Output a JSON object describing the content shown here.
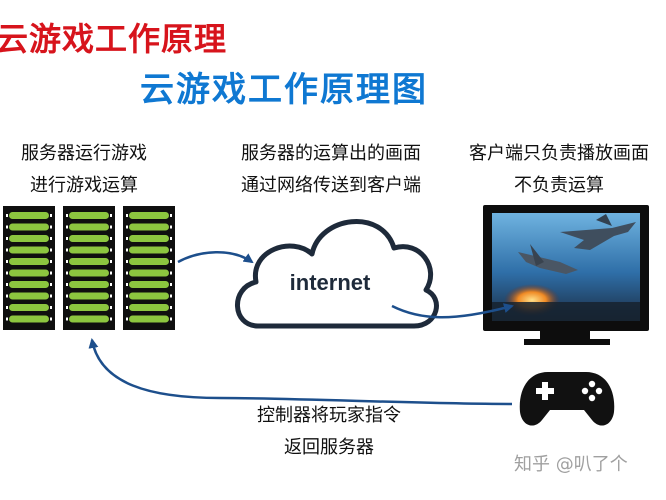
{
  "titles": {
    "red": "云游戏工作原理",
    "blue": "云游戏工作原理图"
  },
  "captions": {
    "left": [
      "服务器运行游戏",
      "进行游戏运算"
    ],
    "middle": [
      "服务器的运算出的画面",
      "通过网络传送到客户端"
    ],
    "right": [
      "客户端只负责播放画面",
      "不负责运算"
    ],
    "bottom": [
      "控制器将玩家指令",
      "返回服务器"
    ]
  },
  "cloud_label": "internet",
  "watermark": "知乎 @叭了个",
  "colors": {
    "title_red": "#d7141c",
    "title_blue": "#0f78d2",
    "arrow": "#1d4f8c",
    "server_slot": "#8cc63f"
  },
  "icons": [
    "server-rack-icon",
    "cloud-icon",
    "monitor-icon",
    "gamepad-icon"
  ]
}
